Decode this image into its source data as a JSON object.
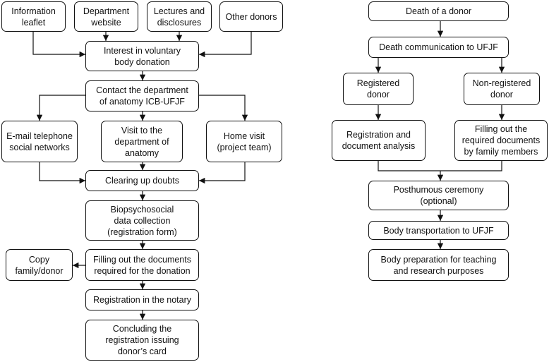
{
  "nodes": {
    "info_leaflet": "Information\nleaflet",
    "dept_website": "Department\nwebsite",
    "lectures": "Lectures and\ndisclosures",
    "other_donors": "Other donors",
    "interest": "Interest in voluntary\nbody donation",
    "contact": "Contact the department\nof anatomy ICB-UFJF",
    "email": "E-mail telephone\nsocial networks",
    "visit": "Visit to the\ndepartment of\nanatomy",
    "home_visit": "Home visit\n(project team)",
    "doubts": "Clearing up doubts",
    "biopsy": "Biopsychosocial\ndata collection\n(registration form)",
    "filling": "Filling out the documents\nrequired for the donation",
    "copy": "Copy\nfamily/donor",
    "notary": "Registration in the notary",
    "concluding": "Concluding the\nregistration issuing\ndonor’s card",
    "death": "Death of a donor",
    "death_comm": "Death communication to UFJF",
    "registered": "Registered\ndonor",
    "non_registered": "Non-registered\ndonor",
    "reg_analysis": "Registration and\ndocument analysis",
    "filling_family": "Filling out the\nrequired documents\nby family members",
    "ceremony": "Posthumous ceremony\n(optional)",
    "transport": "Body transportation to UFJF",
    "preparation": "Body preparation for teaching\nand research purposes"
  }
}
